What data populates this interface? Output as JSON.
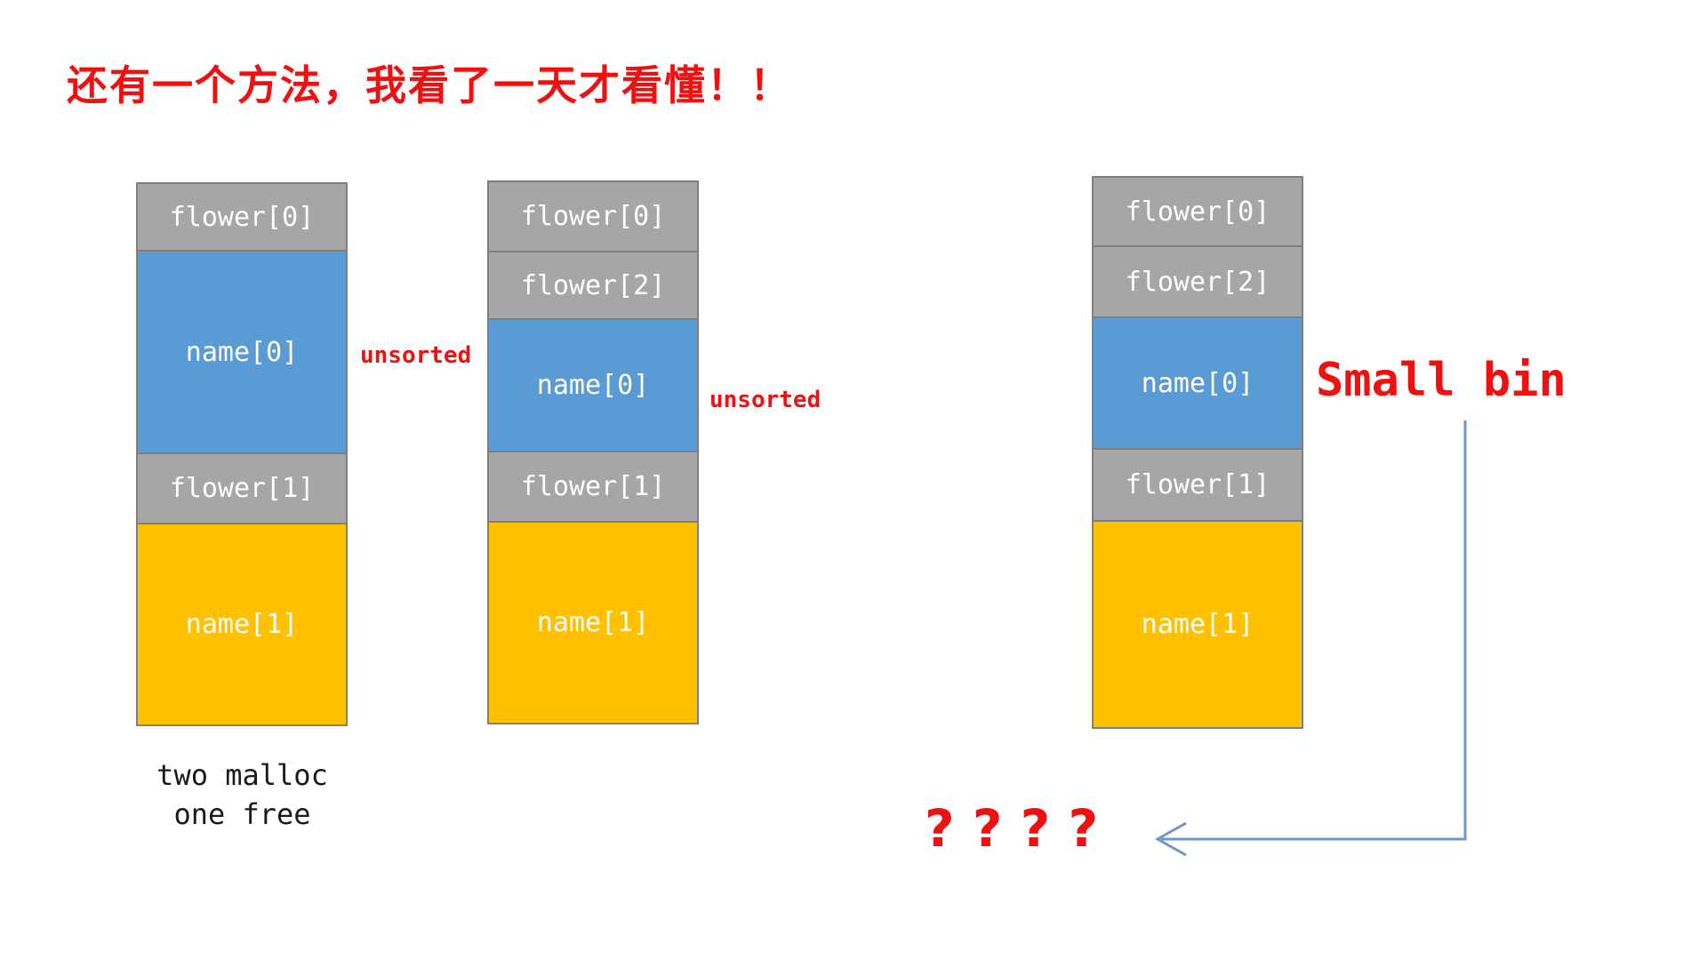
{
  "title": {
    "text": "还有一个方法，我看了一天才看懂！！"
  },
  "colors": {
    "red_text": "#ee1111",
    "gray_fill": "#a6a6a6",
    "blue_fill": "#5b9bd5",
    "yellow_fill": "#ffc000",
    "block_border": "#7f7f7f",
    "block_text": "#ffffff",
    "arrow_line": "#6e96c8",
    "caption_text": "#1a1a1a"
  },
  "stacks": [
    {
      "id": "left",
      "caption_line1": "two malloc",
      "caption_line2": "one free",
      "blocks": [
        {
          "label": "flower[0]",
          "type": "gray"
        },
        {
          "label": "name[0]",
          "type": "blue"
        },
        {
          "label": "flower[1]",
          "type": "gray"
        },
        {
          "label": "name[1]",
          "type": "yellow"
        }
      ]
    },
    {
      "id": "middle",
      "blocks": [
        {
          "label": "flower[0]",
          "type": "gray"
        },
        {
          "label": "flower[2]",
          "type": "gray"
        },
        {
          "label": "name[0]",
          "type": "blue"
        },
        {
          "label": "flower[1]",
          "type": "gray"
        },
        {
          "label": "name[1]",
          "type": "yellow"
        }
      ]
    },
    {
      "id": "right",
      "blocks": [
        {
          "label": "flower[0]",
          "type": "gray"
        },
        {
          "label": "flower[2]",
          "type": "gray"
        },
        {
          "label": "name[0]",
          "type": "blue"
        },
        {
          "label": "flower[1]",
          "type": "gray"
        },
        {
          "label": "name[1]",
          "type": "yellow"
        }
      ]
    }
  ],
  "annotations": {
    "unsorted_left": "unsorted",
    "unsorted_middle": "unsorted",
    "small_bin": "Small bin",
    "questions": "? ? ? ?"
  }
}
